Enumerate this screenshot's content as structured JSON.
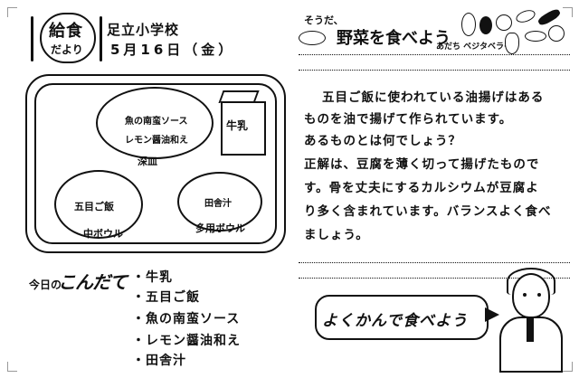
{
  "header": {
    "logo_line1": "給食",
    "logo_line2": "だより",
    "school": "足立小学校",
    "date": "5月16日（金）"
  },
  "tray": {
    "deep_dish": {
      "item1": "魚の南蛮ソース",
      "item2": "レモン醤油和え",
      "label": "深皿"
    },
    "milk": {
      "label": "牛乳"
    },
    "medium_bowl": {
      "item": "五目ご飯",
      "label": "中ボウル"
    },
    "multi_bowl": {
      "item": "田舎汁",
      "label": "多用ボウル"
    }
  },
  "menu": {
    "title_part1": "今日の",
    "title_part2": "こんだて",
    "items": [
      "・牛乳",
      "・五目ご飯",
      "・魚の南蛮ソース",
      "・レモン醤油和え",
      "・田舎汁"
    ]
  },
  "banner": {
    "prefix": "そうだ、",
    "title": "野菜を食べよう",
    "subtitle": "あだち ベジタベライフ"
  },
  "article": {
    "lines": [
      "五目ご飯に使われている油揚げはある",
      "ものを油で揚げて作られています。",
      "あるものとは何でしょう？",
      "正解は、豆腐を薄く切って揚げたもので",
      "す。骨を丈夫にするカルシウムが豆腐よ",
      "り多く含まれています。バランスよく食べ",
      "ましょう。"
    ]
  },
  "slogan": {
    "text": "よくかんで食べよう"
  }
}
